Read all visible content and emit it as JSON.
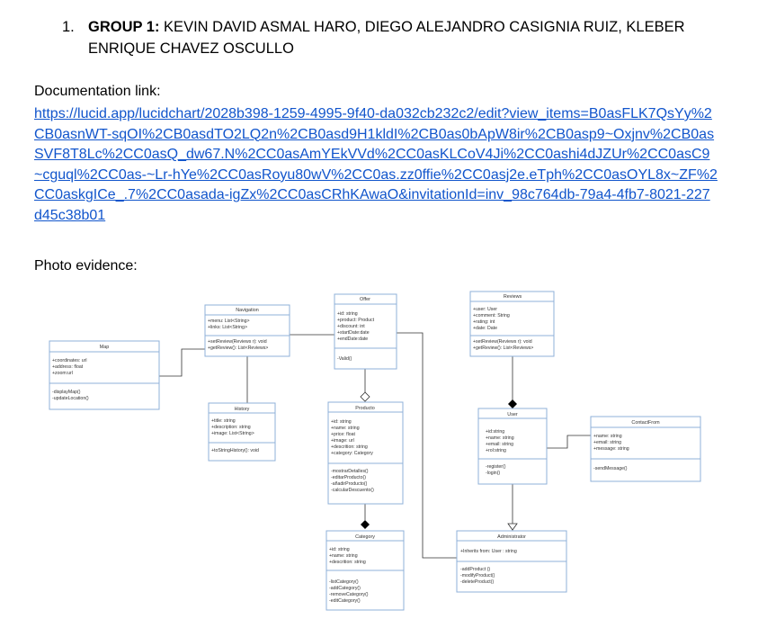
{
  "list_item": {
    "number": "1.",
    "group_label": "GROUP 1:",
    "members_text": " KEVIN DAVID ASMAL HARO, DIEGO ALEJANDRO CASIGNIA RUIZ, KLEBER ENRIQUE CHAVEZ OSCULLO"
  },
  "documentation": {
    "label": "Documentation link:",
    "url": "https://lucid.app/lucidchart/2028b398-1259-4995-9f40-da032cb232c2/edit?view_items=B0asFLK7QsYy%2CB0asnWT-sqOI%2CB0asdTO2LQ2n%2CB0asd9H1kldI%2CB0as0bApW8ir%2CB0asp9~Oxjnv%2CB0asSVF8T8Lc%2CC0asQ_dw67.N%2CC0asAmYEkVVd%2CC0asKLCoV4Ji%2CC0ashi4dJZUr%2CC0asC9~cguql%2CC0as-~Lr-hYe%2CC0asRoyu80wV%2CC0as.zz0ffie%2CC0asj2e.eTph%2CC0asOYL8x~ZF%2CC0askgICe_.7%2CC0asada-igZx%2CC0asCRhKAwaO&invitationId=inv_98c764db-79a4-4fb7-8021-227d45c38b01"
  },
  "photo": {
    "label": "Photo evidence:"
  },
  "diagram": {
    "colors": {
      "box_border": "#8fb0d8",
      "line": "#333333"
    },
    "classes": {
      "navigation": {
        "title": "Navigation",
        "attrs": [
          "+menu: List<String>",
          "+links: List<String>"
        ],
        "methods": [
          "+setReview(Reviews r): void",
          "+getReview(): List<Reviews>"
        ]
      },
      "offer": {
        "title": "Offer",
        "attrs": [
          "+id: string",
          "+product: Product",
          "+discount: int",
          "+startDate:date",
          "+endDate:date"
        ],
        "methods": [
          "-Valid()"
        ]
      },
      "reviews": {
        "title": "Reviews",
        "attrs": [
          "+user: User",
          "+comment: String",
          "+rating: int",
          "+date: Date"
        ],
        "methods": [
          "+setReview(Reviews r): void",
          "+getReview(): List<Reviews>"
        ]
      },
      "map": {
        "title": "Map",
        "attrs": [
          "+coordinates: url",
          "+address: float",
          "+zoom:url"
        ],
        "methods": [
          "-displayMap()",
          "-updateLocation()"
        ]
      },
      "history": {
        "title": "History",
        "attrs": [
          "+title: string",
          "+description: string",
          "+image: List<String>"
        ],
        "methods": [
          "+toStringHistory(): void"
        ]
      },
      "producto": {
        "title": "Producto",
        "attrs": [
          "+id: string",
          "+name: string",
          "+price: float",
          "+image: url",
          "+descrition: string",
          "+category: Category"
        ],
        "methods": [
          "-mostrarDetalles()",
          "-editarProducto()",
          "-añadirProducto()",
          "-calcularDescuento()"
        ]
      },
      "user": {
        "title": "User",
        "attrs": [
          "+id:string",
          "+name: string",
          "+email: string",
          "+rol:string"
        ],
        "methods": [
          "-register()",
          "-login()"
        ]
      },
      "contactfrom": {
        "title": "ContactFrom",
        "attrs": [
          "+name: string",
          "+email: string",
          "+message: string"
        ],
        "methods": [
          "-sendMessage()"
        ]
      },
      "category": {
        "title": "Category",
        "attrs": [
          "+id: string",
          "+name: string",
          "+descrition: string"
        ],
        "methods": [
          "-listCategory()",
          "-addCategory()",
          "-removeCategory()",
          "-editCategory()"
        ]
      },
      "administrator": {
        "title": "Administrator",
        "attrs": [
          "+Inherits from: User : string"
        ],
        "methods": [
          "-addProduct ()",
          "-modifyProduct()",
          "-deleteProduct()"
        ]
      }
    }
  }
}
